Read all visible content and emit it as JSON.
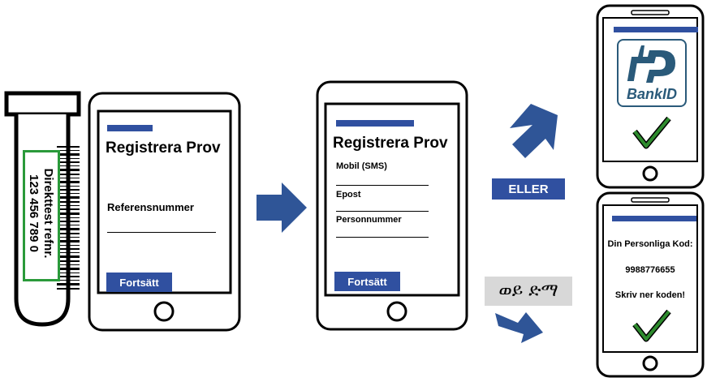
{
  "tube": {
    "label_line1": "Direkttest refnr.",
    "label_line2": "123 456 789 0"
  },
  "phone1": {
    "title": "Registrera Prov",
    "field_label": "Referensnummer",
    "button_label": "Fortsätt"
  },
  "phone2": {
    "title": "Registrera Prov",
    "fields": [
      "Mobil (SMS)",
      "Epost",
      "Personnummer"
    ],
    "button_label": "Fortsätt"
  },
  "or_label": "ELLER",
  "sms_label": "ወይ ድማ",
  "bankid": {
    "logo_text": "BankID"
  },
  "phone4": {
    "code_label": "Din Personliga Kod:",
    "code_value": "9988776655",
    "instruction": "Skriv ner koden!"
  },
  "colors": {
    "accent": "#3050a0",
    "arrow": "#2f5597",
    "tube_label_border": "#2a9a3a",
    "check": "#2e8b2e",
    "bankid_logo": "#2a5a7a"
  },
  "icons": [
    "test-tube-icon",
    "barcode-icon",
    "arrow-right-icon",
    "arrow-up-right-icon",
    "arrow-down-right-icon",
    "bankid-logo-icon",
    "checkmark-icon",
    "home-button-icon"
  ]
}
